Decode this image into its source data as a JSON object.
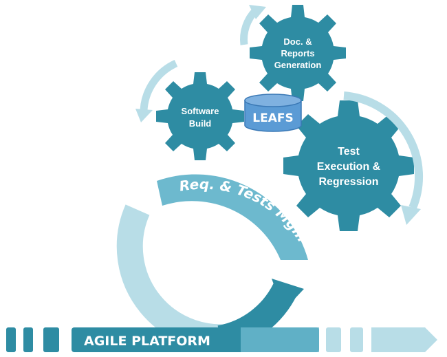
{
  "gears": {
    "software_build": {
      "line1": "Software",
      "line2": "Build"
    },
    "doc_reports": {
      "line1": "Doc. &",
      "line2": "Reports",
      "line3": "Generation"
    },
    "test_execution": {
      "line1": "Test",
      "line2": "Execution &",
      "line3": "Regression"
    }
  },
  "database": {
    "label": "LEAFS"
  },
  "cycle": {
    "label": "Req. & Tests Mgmt"
  },
  "platform": {
    "label": "AGILE PLATFORM"
  },
  "colors": {
    "gear": "#2e8ca3",
    "arc_light": "#b8dde7",
    "arc_mid": "#6db9ce",
    "database": "#5b9bd5"
  }
}
